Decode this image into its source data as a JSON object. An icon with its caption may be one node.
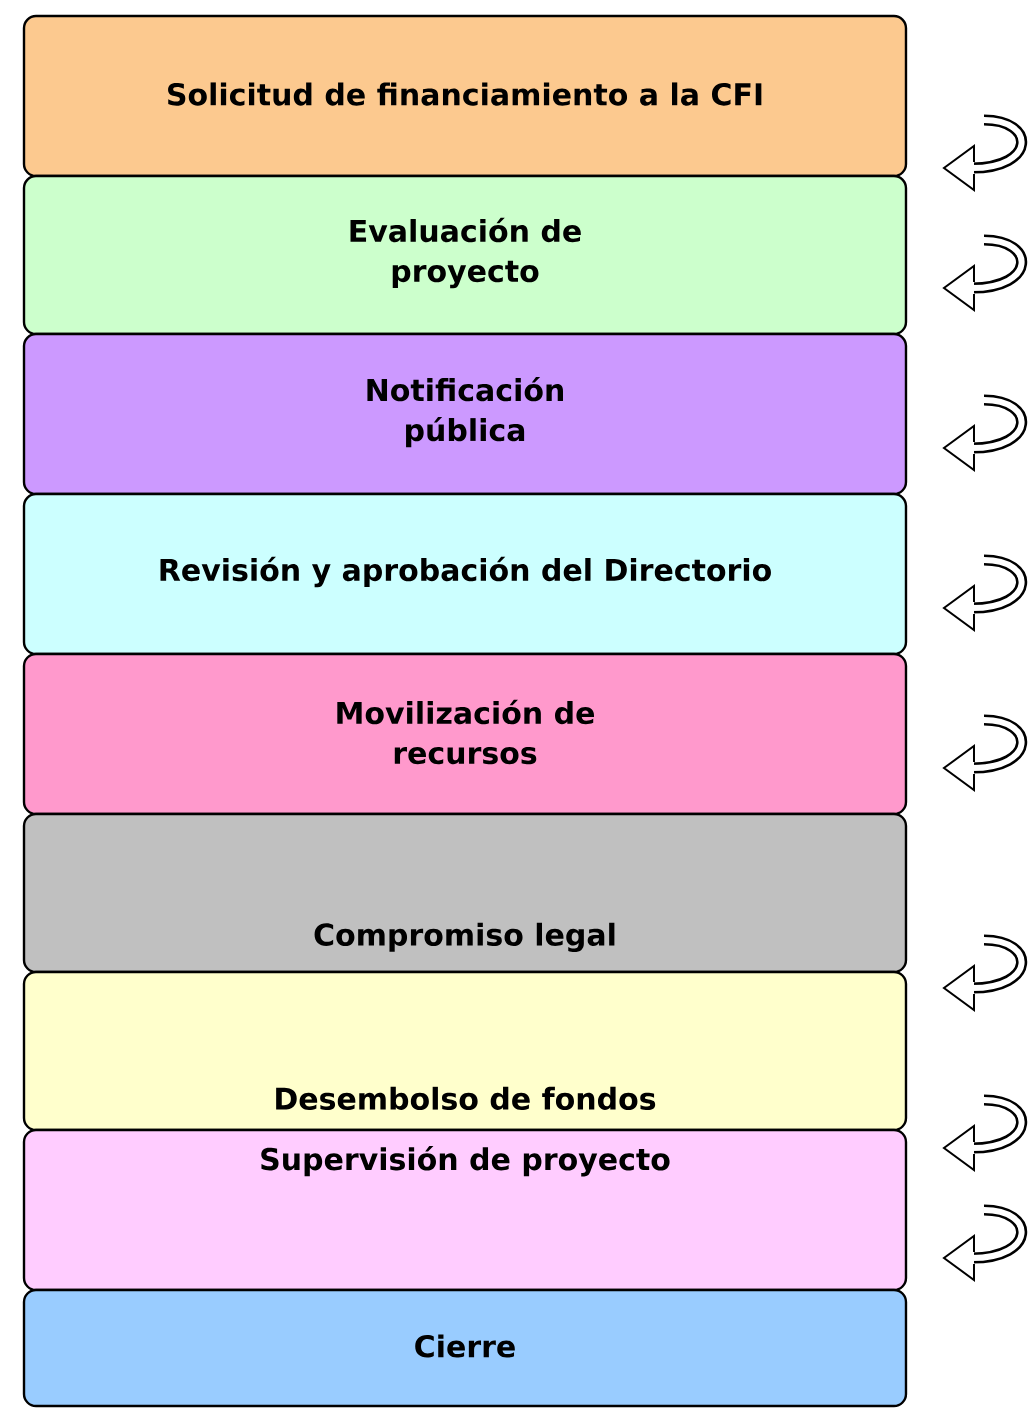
{
  "diagram": {
    "nodes": [
      {
        "text": [
          "Solicitud de financiamiento a la CFI"
        ]
      },
      {
        "text": [
          "Evaluación de proyecto"
        ]
      },
      {
        "text": [
          "Notificación pública"
        ]
      },
      {
        "text": [
          "Revisión y aprobación del Directorio"
        ]
      },
      {
        "text": [
          "Movilización de recursos"
        ]
      },
      {
        "text": [
          "Compromiso legal"
        ]
      },
      {
        "text": [
          "Desembolso de fondos"
        ]
      },
      {
        "text": [
          "Supervisión de proyecto"
        ]
      },
      {
        "text": [
          "Cierre"
        ]
      }
    ]
  }
}
